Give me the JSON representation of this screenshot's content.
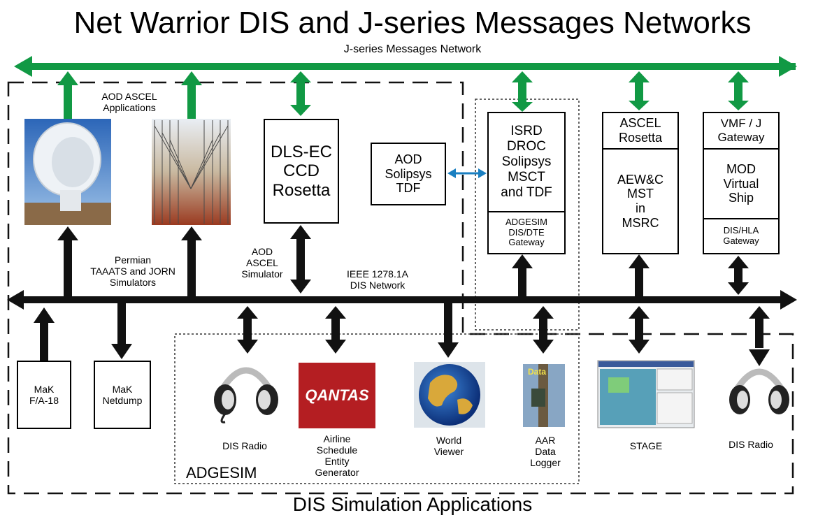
{
  "title": "Net Warrior DIS and J-series Messages Networks",
  "footer": "DIS Simulation Applications",
  "networks": {
    "jseries": "J-series Messages Network",
    "dis": "IEEE 1278.1A\nDIS Network"
  },
  "labels": {
    "aod_ascel_applications": "AOD ASCEL\nApplications",
    "permian": "Permian\nTAAATS and JORN\nSimulators",
    "aod_ascel_simulator": "AOD\nASCEL\nSimulator",
    "adgesim": "ADGESIM"
  },
  "boxes": {
    "dls": "DLS-EC\nCCD\nRosetta",
    "aod_solipsys": "AOD\nSolipsys\nTDF",
    "isrd": "ISRD\nDROC\nSolipsys\nMSCT\nand TDF",
    "adgesim_gateway": "ADGESIM\nDIS/DTE\nGateway",
    "ascel_rosetta": "ASCEL\nRosetta",
    "aewc": "AEW&C\nMST\nin\nMSRC",
    "vmf": "VMF / J\nGateway",
    "mod": "MOD\nVirtual\nShip",
    "dis_hla": "DIS/HLA\nGateway",
    "mak_fa18": "MaK\nF/A-18",
    "mak_netdump": "MaK\nNetdump"
  },
  "apps": {
    "dis_radio_1": "DIS Radio",
    "airline": "Airline\nSchedule\nEntity\nGenerator",
    "world_viewer": "World\nViewer",
    "aar": "AAR\nData\nLogger",
    "stage": "STAGE",
    "dis_radio_2": "DIS Radio"
  },
  "image_text": {
    "qantas": "QANTAS",
    "data": "Data"
  },
  "colors": {
    "green": "#119944",
    "black": "#111111",
    "blue": "#1a7fc1",
    "qantas_red": "#b41e22"
  }
}
